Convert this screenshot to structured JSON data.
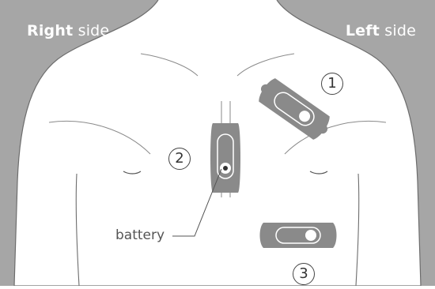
{
  "side_labels": {
    "right": {
      "bold": "Right",
      "normal": " side"
    },
    "left": {
      "bold": "Left",
      "normal": " side"
    }
  },
  "positions": [
    {
      "number": "1"
    },
    {
      "number": "2"
    },
    {
      "number": "3"
    }
  ],
  "callout": {
    "battery": "battery"
  },
  "colors": {
    "background_panel": "#a6a6a6",
    "body_fill": "#ffffff",
    "outline": "#6d6d6d",
    "patch": "#8a8a8a",
    "patch_light": "#ffffff"
  }
}
